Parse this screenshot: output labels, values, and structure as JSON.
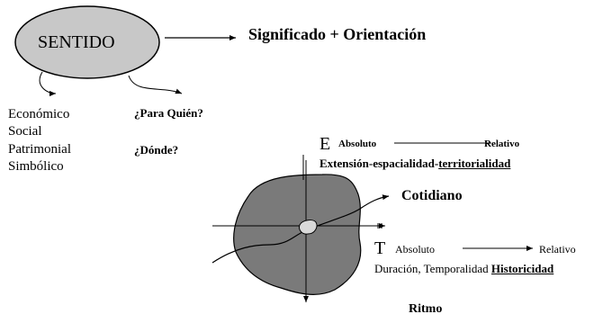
{
  "colors": {
    "ellipse_fill": "#c8c8c8",
    "territory_fill": "#7a7a7a",
    "core_fill": "#d9d9d9",
    "stroke": "#000000"
  },
  "sentido": {
    "label": "SENTIDO",
    "result": "Significado + Orientación"
  },
  "dimensions": {
    "items": [
      "Económico",
      "Social",
      "Patrimonial",
      "Simbólico"
    ]
  },
  "questions": {
    "who": "¿Para Quién?",
    "where": "¿Dónde?"
  },
  "espacio": {
    "letter": "E",
    "absoluto": "Absoluto",
    "relativo": "Relativo",
    "line2_prefix": "Extensión-espacialidad-",
    "line2_emph": "territorialidad"
  },
  "cotidiano": "Cotidiano",
  "tiempo": {
    "letter": "T",
    "absoluto": "Absoluto",
    "relativo": "Relativo",
    "line2_prefix": "Duración, Temporalidad ",
    "line2_emph": "Historicidad"
  },
  "ritmo": "Ritmo"
}
